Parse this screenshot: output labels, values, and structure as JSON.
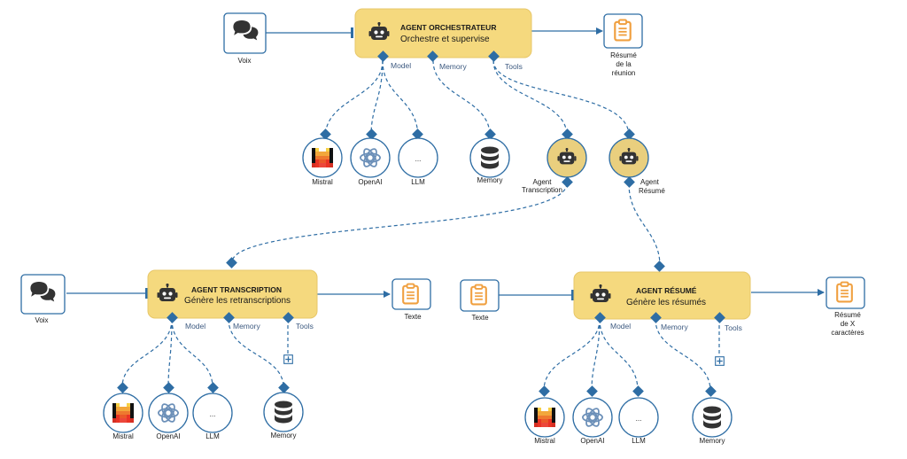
{
  "orchestrator": {
    "title": "AGENT ORCHESTRATEUR",
    "subtitle": "Orchestre et supervise",
    "input_label": "Voix",
    "output_label_lines": [
      "Résumé",
      "de la",
      "réunion"
    ],
    "port_model": "Model",
    "port_memory": "Memory",
    "port_tools": "Tools",
    "providers": [
      "Mistral",
      "OpenAI",
      "LLM"
    ],
    "memory_label": "Memory",
    "tool_agents": [
      {
        "label_lines": [
          "Agent",
          "Transcription"
        ]
      },
      {
        "label_lines": [
          "Agent",
          "Résumé"
        ]
      }
    ]
  },
  "transcription": {
    "title": "AGENT TRANSCRIPTION",
    "subtitle": "Génère les retranscriptions",
    "input_label": "Voix",
    "output_label": "Texte",
    "port_model": "Model",
    "port_memory": "Memory",
    "port_tools": "Tools",
    "providers": [
      "Mistral",
      "OpenAI",
      "LLM"
    ],
    "memory_label": "Memory"
  },
  "resume": {
    "title": "AGENT RÉSUMÉ",
    "subtitle": "Génère les résumés",
    "input_label": "Texte",
    "output_label_lines": [
      "Résumé",
      "de X",
      "caractères"
    ],
    "port_model": "Model",
    "port_memory": "Memory",
    "port_tools": "Tools",
    "providers": [
      "Mistral",
      "OpenAI",
      "LLM"
    ],
    "memory_label": "Memory"
  },
  "ellipsis": "...",
  "plus": "+",
  "icons": {
    "voice": "chat-bubbles-icon",
    "clipboard": "clipboard-icon",
    "robot": "robot-icon",
    "database": "database-icon",
    "mistral": "mistral-logo-icon",
    "openai": "openai-logo-icon"
  },
  "colors": {
    "agent_fill": "#f5d97e",
    "line": "#2e6da4",
    "clipboard": "#f0a040",
    "mistral": "#f7931e"
  }
}
